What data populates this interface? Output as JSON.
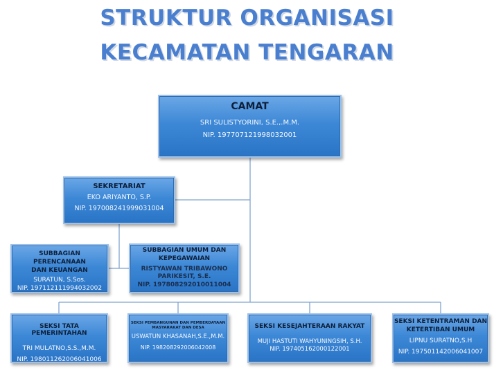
{
  "title": {
    "line1": "STRUKTUR ORGANISASI",
    "line2": "KECAMATAN TENGARAN"
  },
  "colors": {
    "title": "#4a7fd0",
    "box_top": "#6ba7e6",
    "box_bottom": "#2a74c6",
    "connector": "#7fa4cf"
  },
  "camat": {
    "position": "CAMAT",
    "name": "SRI SULISTYORINI, S.E.,.M.M.",
    "nip": "NIP.  197707121998032001"
  },
  "sekretariat": {
    "position": "SEKRETARIAT",
    "name": "EKO ARIYANTO, S.P.",
    "nip": "NIP. 197008241999031004"
  },
  "subbagian_perencanaan": {
    "position_line1": "SUBBAGIAN PERENCANAAN",
    "position_line2": "DAN KEUANGAN",
    "name": "SURATUN, S.Sos.",
    "nip": "NIP. 197112111994032002"
  },
  "subbagian_umum": {
    "position_line1": "SUBBAGIAN UMUM DAN",
    "position_line2": "KEPEGAWAIAN",
    "name_line1": "RISTYAWAN TRIBAWONO",
    "name_line2": "PARIKESIT, S.E.",
    "nip": "NIP. 197808292010011004"
  },
  "seksi_pemerintahan": {
    "position": "SEKSI TATA PEMERINTAHAN",
    "name": "TRI MULATNO,S.S.,M.M.",
    "nip": "NIP. 198011262006041006"
  },
  "seksi_pembangunan": {
    "position_line1": "SEKSI PEMBANGUNAN DAN PEMBERDAYAAN",
    "position_line2": "MASYARAKAT DAN DESA",
    "name": "USWATUN KHASANAH,S.E.,M.M.",
    "nip": "NIP. 198208292006042008"
  },
  "seksi_kesejahteraan": {
    "position": "SEKSI KESEJAHTERAAN RAKYAT",
    "name": "MUJI HASTUTI WAHYUNINGSIH, S.H.",
    "nip": "NIP. 197405162000122001"
  },
  "seksi_ketentraman": {
    "position_line1": "SEKSI KETENTRAMAN DAN",
    "position_line2": "KETERTIBAN UMUM",
    "name": "LIPNU SURATNO,S.H",
    "nip": "NIP. 197501142006041007"
  }
}
